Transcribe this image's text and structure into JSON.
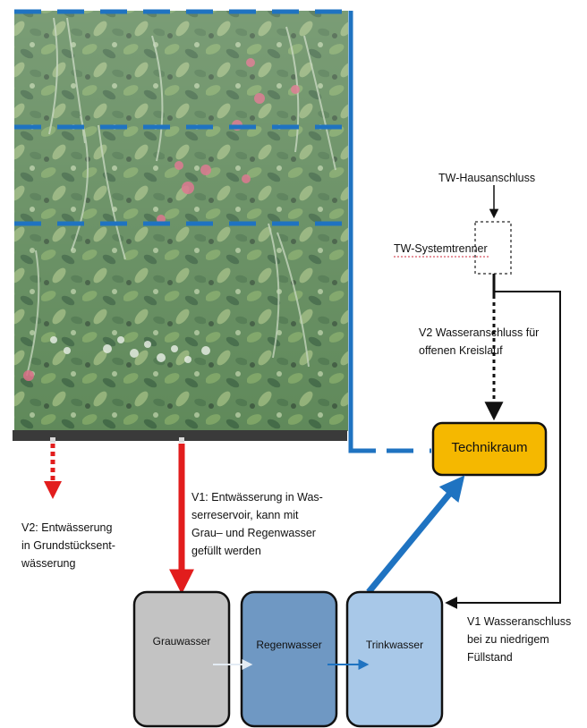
{
  "diagram": {
    "image_subject": "green wall (vertical garden)",
    "labels": {
      "tw_hausanschluss": "TW-Hausanschluss",
      "tw_systemtrenner": "TW-Systemtrenner",
      "v2_wasseranschluss": "V2 Wasseranschluss für\noffenen Kreislauf",
      "technikraum": "Technikraum",
      "v1_entwaesserung": "V1: Entwässerung in Was-\nserreservoir, kann mit\nGrau– und Regenwasser\ngefüllt werden",
      "v2_entwaesserung": "V2: Entwässerung\nin Grundstücksent-\nwässerung",
      "v1_wasseranschluss": "V1 Wasseranschluss\nbei zu niedrigem\nFüllstand"
    },
    "tanks": [
      {
        "label": "Grauwasser",
        "color": "#c3c3c3"
      },
      {
        "label": "Regenwasser",
        "color": "#6f98c3"
      },
      {
        "label": "Trinkwasser",
        "color": "#a8c8e8"
      }
    ],
    "colors": {
      "blue_line": "#1f73c1",
      "red_drain": "#e21d1d",
      "technikraum_fill": "#f5b800",
      "tray": "#3a3a3a",
      "foliage_dark": "#3b6b3a"
    }
  }
}
